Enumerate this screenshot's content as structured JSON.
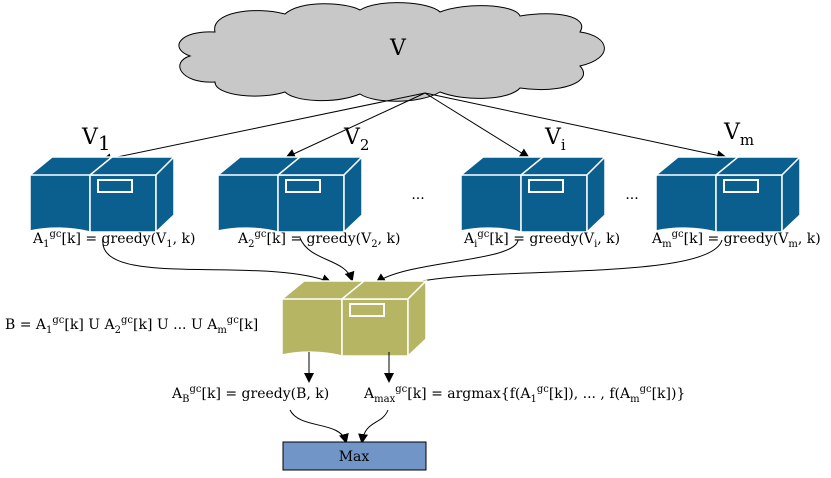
{
  "colors": {
    "cloud": "#c8c8c8",
    "server": "#0b5f8e",
    "aggregator": "#b5b563",
    "max_box": "#7295c8",
    "stroke": "#000000"
  },
  "cloud": {
    "label": "V"
  },
  "partitions": [
    {
      "base": "V",
      "sub": "1",
      "eq_a": "A",
      "eq_sub": "1",
      "eq_sup": "gc",
      "eq_mid": "[k] = greedy(V",
      "eq_sub2": "1",
      "eq_end": ", k)"
    },
    {
      "base": "V",
      "sub": "2",
      "eq_a": "A",
      "eq_sub": "2",
      "eq_sup": "gc",
      "eq_mid": "[k] = greedy(V",
      "eq_sub2": "2",
      "eq_end": ", k)"
    },
    {
      "base": "V",
      "sub": "i",
      "eq_a": "A",
      "eq_sub": "i",
      "eq_sup": "gc",
      "eq_mid": "[k] = greedy(V",
      "eq_sub2": "i",
      "eq_end": ", k)"
    },
    {
      "base": "V",
      "sub": "m",
      "eq_a": "A",
      "eq_sub": "m",
      "eq_sup": "gc",
      "eq_mid": "[k] = greedy(V",
      "eq_sub2": "m",
      "eq_end": ", k)"
    }
  ],
  "ellipsis": "...",
  "union": {
    "p1": "B = A",
    "s1": "1",
    "sup1": "gc",
    "p2": "[k] U A",
    "s2": "2",
    "sup2": "gc",
    "p3": "[k] U ... U A",
    "s3": "m",
    "sup3": "gc",
    "p4": "[k]"
  },
  "greedy_b": {
    "p1": "A",
    "sub": "B",
    "sup": "gc",
    "p2": "[k] = greedy(B, k)"
  },
  "argmax": {
    "p1": "A",
    "sub": "max",
    "sup1": "gc",
    "p2": "[k] = argmax{f(A",
    "s2": "1",
    "sup2": "gc",
    "p3": "[k]), ... , f(A",
    "s3": "m",
    "sup3": "gc",
    "p4": "[k])}"
  },
  "max_box": {
    "label": "Max"
  }
}
